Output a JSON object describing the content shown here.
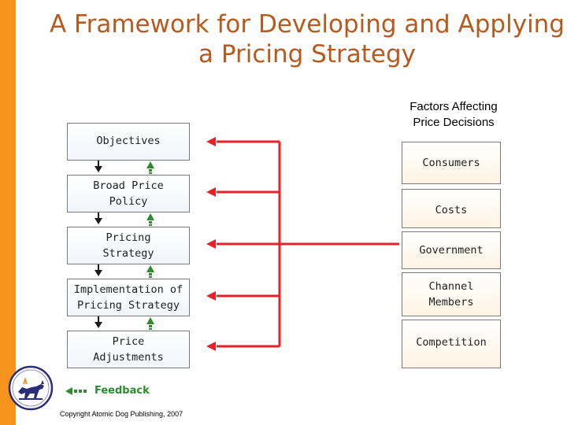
{
  "title": {
    "line1": "A Framework for Developing and Applying",
    "line2": "a Pricing Strategy"
  },
  "factors": {
    "heading_line1": "Factors Affecting",
    "heading_line2": "Price Decisions",
    "items": [
      "Consumers",
      "Costs",
      "Government",
      "Channel\nMembers",
      "Competition"
    ]
  },
  "steps": [
    "Objectives",
    "Broad Price\nPolicy",
    "Pricing\nStrategy",
    "Implementation of\nPricing Strategy",
    "Price\nAdjustments"
  ],
  "feedback_label": "Feedback",
  "copyright": "Copyright Atomic Dog Publishing, 2007",
  "colors": {
    "accent": "#f7941d",
    "title": "#b85a1e",
    "arrow_red": "#e8202a",
    "feedback_green": "#2e8b2e"
  },
  "icons": {
    "logo": "atomic-dog-logo-icon"
  }
}
